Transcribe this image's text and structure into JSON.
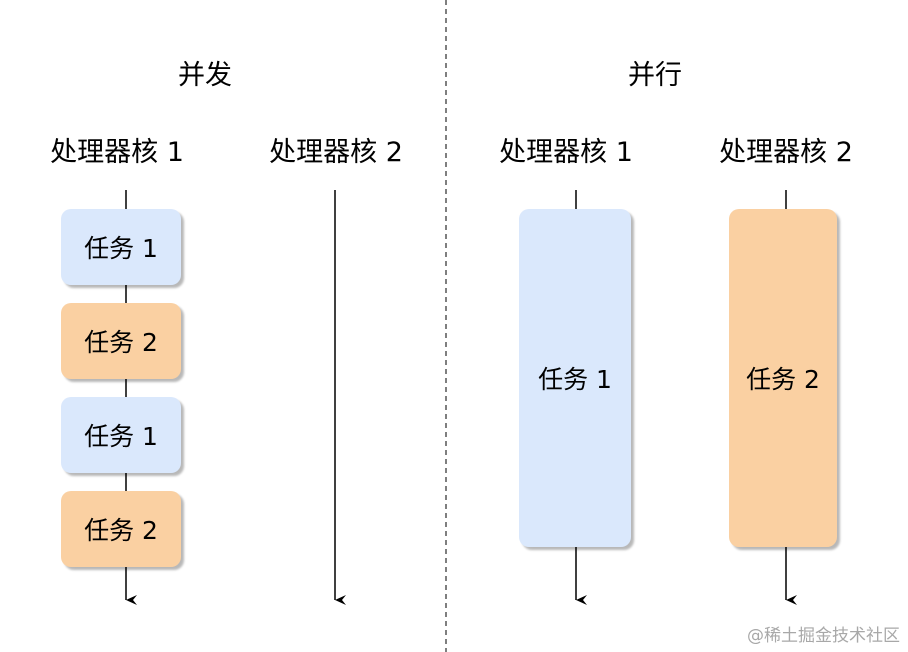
{
  "concurrency": {
    "title": "并发",
    "core1_label": "处理器核 1",
    "core2_label": "处理器核 2",
    "tasks": [
      "任务 1",
      "任务 2",
      "任务 1",
      "任务 2"
    ]
  },
  "parallelism": {
    "title": "并行",
    "core1_label": "处理器核 1",
    "core2_label": "处理器核 2",
    "tasks": [
      "任务 1",
      "任务 2"
    ]
  },
  "colors": {
    "task1": "#dae8fc",
    "task2": "#fad0a2",
    "line": "#000000",
    "divider": "#555555"
  },
  "watermark": "@稀土掘金技术社区"
}
